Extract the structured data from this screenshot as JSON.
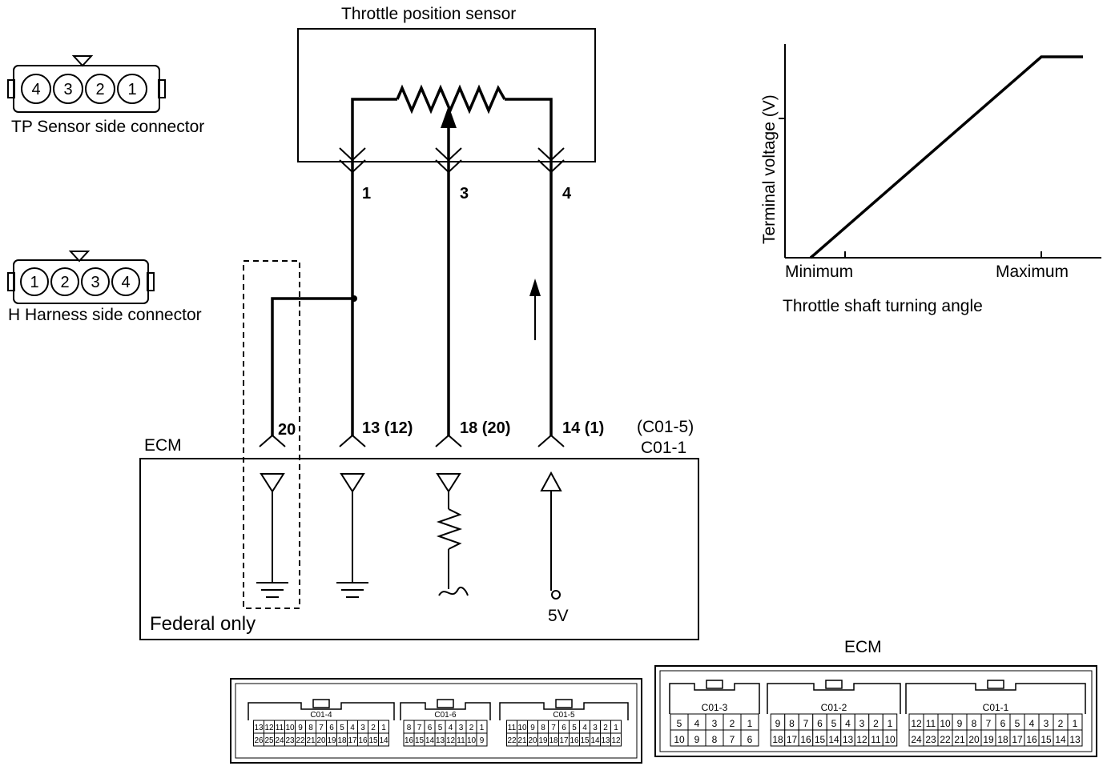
{
  "sensor": {
    "title": "Throttle position sensor"
  },
  "connectors": {
    "tp_sensor": {
      "label": "TP Sensor side connector",
      "pins": [
        "4",
        "3",
        "2",
        "1"
      ]
    },
    "harness": {
      "label": "H Harness side connector",
      "pins": [
        "1",
        "2",
        "3",
        "4"
      ]
    }
  },
  "sensor_pins": {
    "p1": "1",
    "p3": "3",
    "p4": "4"
  },
  "ecm_pins": {
    "p20": "20",
    "p13": "13 (12)",
    "p18": "18 (20)",
    "p14": "14 (1)",
    "conn_fed": "(C01-5)",
    "conn": "C01-1"
  },
  "ecm": {
    "title": "ECM",
    "federal": "Federal only",
    "supply": "5V",
    "connectors_title": "ECM"
  },
  "graph": {
    "ylabel": "Terminal voltage (V)",
    "x_min": "Minimum",
    "x_max": "Maximum",
    "xlabel": "Throttle shaft turning angle"
  },
  "ecm_left": {
    "c01_4": {
      "label": "C01-4",
      "top": [
        "13",
        "12",
        "11",
        "10",
        "9",
        "8",
        "7",
        "6",
        "5",
        "4",
        "3",
        "2",
        "1"
      ],
      "bottom": [
        "26",
        "25",
        "24",
        "23",
        "22",
        "21",
        "20",
        "19",
        "18",
        "17",
        "16",
        "15",
        "14"
      ]
    },
    "c01_6": {
      "label": "C01-6",
      "top": [
        "8",
        "7",
        "6",
        "5",
        "4",
        "3",
        "2",
        "1"
      ],
      "bottom": [
        "16",
        "15",
        "14",
        "13",
        "12",
        "11",
        "10",
        "9"
      ]
    },
    "c01_5": {
      "label": "C01-5",
      "top": [
        "11",
        "10",
        "9",
        "8",
        "7",
        "6",
        "5",
        "4",
        "3",
        "2",
        "1"
      ],
      "bottom": [
        "22",
        "21",
        "20",
        "19",
        "18",
        "17",
        "16",
        "15",
        "14",
        "13",
        "12"
      ]
    }
  },
  "ecm_right": {
    "c01_3": {
      "label": "C01-3",
      "top": [
        "5",
        "4",
        "3",
        "2",
        "1"
      ],
      "bottom": [
        "10",
        "9",
        "8",
        "7",
        "6"
      ]
    },
    "c01_2": {
      "label": "C01-2",
      "top": [
        "9",
        "8",
        "7",
        "6",
        "5",
        "4",
        "3",
        "2",
        "1"
      ],
      "bottom": [
        "18",
        "17",
        "16",
        "15",
        "14",
        "13",
        "12",
        "11",
        "10"
      ]
    },
    "c01_1": {
      "label": "C01-1",
      "top": [
        "12",
        "11",
        "10",
        "9",
        "8",
        "7",
        "6",
        "5",
        "4",
        "3",
        "2",
        "1"
      ],
      "bottom": [
        "24",
        "23",
        "22",
        "21",
        "20",
        "19",
        "18",
        "17",
        "16",
        "15",
        "14",
        "13"
      ]
    }
  }
}
